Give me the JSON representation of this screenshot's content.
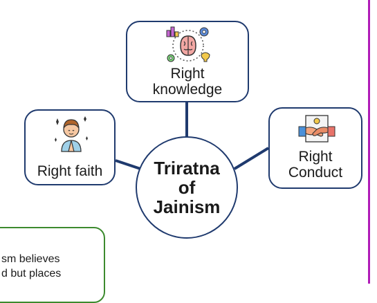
{
  "diagram": {
    "center": {
      "lines": [
        "Triratna",
        "of",
        "Jainism"
      ]
    },
    "nodes": {
      "knowledge": {
        "lines": [
          "Right",
          "knowledge"
        ],
        "icon": "brain-ideas-icon"
      },
      "faith": {
        "label": "Right faith",
        "icon": "praying-person-icon"
      },
      "conduct": {
        "lines": [
          "Right",
          "Conduct"
        ],
        "icon": "certificate-handshake-icon"
      }
    },
    "note": {
      "lines": [
        "sm believes",
        "d but places"
      ]
    }
  },
  "colors": {
    "node_border": "#1f3a6e",
    "connector": "#1f3a6e",
    "note_border": "#3c8a2e",
    "page_rule": "#b01cb8"
  }
}
